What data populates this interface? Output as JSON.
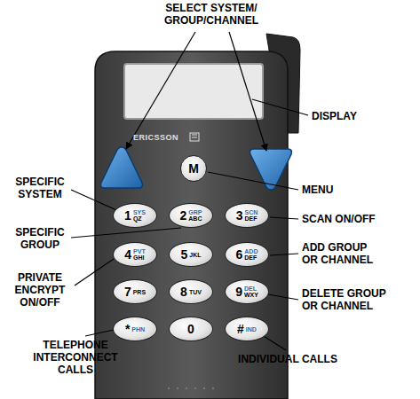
{
  "diagram": {
    "nodes": [
      {
        "text": [
          "M"
        ]
      },
      {
        "text": [
          "1",
          "SYS",
          "QZ"
        ]
      },
      {
        "text": [
          "2",
          "GRP",
          "ABC"
        ]
      },
      {
        "text": [
          "3",
          "SCN",
          "DEF"
        ]
      },
      {
        "text": [
          "4",
          "PVT",
          "GHI"
        ]
      },
      {
        "text": [
          "5",
          "JKL"
        ]
      },
      {
        "text": [
          "6",
          "ADD",
          "DEF"
        ]
      },
      {
        "text": [
          "7",
          "PRS"
        ]
      },
      {
        "text": [
          "8",
          "TUV"
        ]
      },
      {
        "text": [
          "9",
          "DEL",
          "WXY"
        ]
      },
      {
        "text": [
          "*",
          "PHN"
        ]
      },
      {
        "text": [
          "0"
        ]
      },
      {
        "text": [
          "#",
          "IND"
        ]
      }
    ],
    "labels": [
      "SELECT SYSTEM/ GROUP/CHANNEL",
      "DISPLAY",
      "SPECIFIC SYSTEM",
      "MENU",
      "SCAN ON/OFF",
      "SPECIFIC GROUP",
      "ADD GROUP OR CHANNEL",
      "PRIVATE ENCRYPT ON/OFF",
      "DELETE GROUP OR CHANNEL",
      "TELEPHONE INTERCONNECT CALLS",
      "INDIVIDUAL CALLS",
      "ERICSSON"
    ]
  }
}
